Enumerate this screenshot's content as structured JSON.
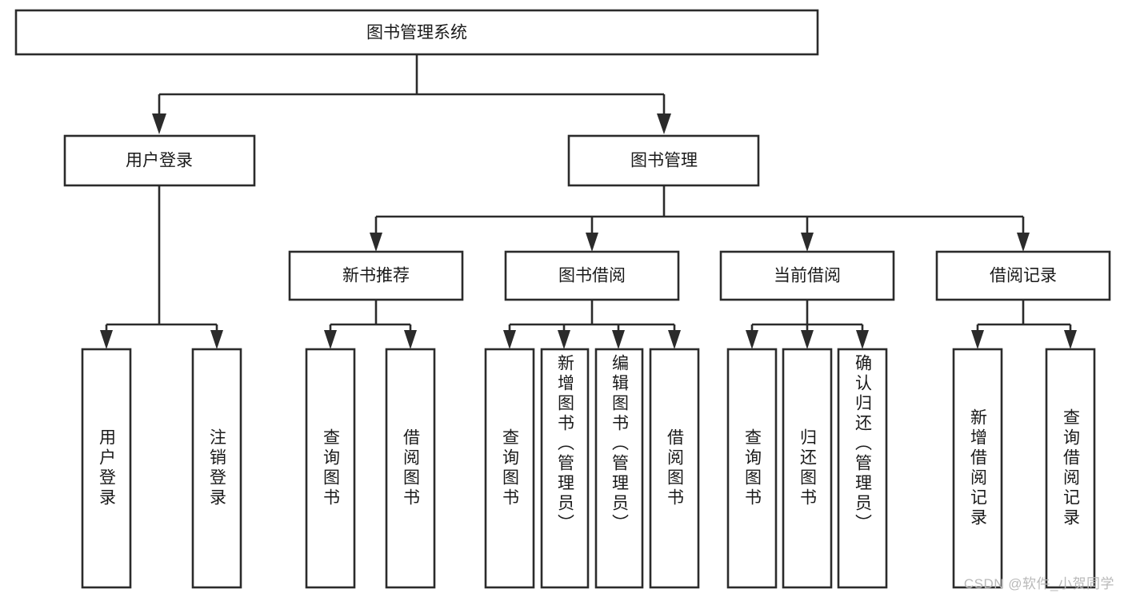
{
  "diagram": {
    "type": "tree-hierarchy",
    "title": "图书管理系统",
    "root": {
      "label": "图书管理系统"
    },
    "level2": [
      {
        "label": "用户登录"
      },
      {
        "label": "图书管理"
      }
    ],
    "level3": [
      {
        "label": "新书推荐"
      },
      {
        "label": "图书借阅"
      },
      {
        "label": "当前借阅"
      },
      {
        "label": "借阅记录"
      }
    ],
    "groups": [
      {
        "parent": "用户登录",
        "leaves": [
          {
            "label": "用户登录"
          },
          {
            "label": "注销登录"
          }
        ]
      },
      {
        "parent": "新书推荐",
        "leaves": [
          {
            "label": "查询图书"
          },
          {
            "label": "借阅图书"
          }
        ]
      },
      {
        "parent": "图书借阅",
        "leaves": [
          {
            "label": "查询图书"
          },
          {
            "label": "新增图书（管理员）"
          },
          {
            "label": "编辑图书（管理员）"
          },
          {
            "label": "借阅图书"
          }
        ]
      },
      {
        "parent": "当前借阅",
        "leaves": [
          {
            "label": "查询图书"
          },
          {
            "label": "归还图书"
          },
          {
            "label": "确认归还（管理员）"
          }
        ]
      },
      {
        "parent": "借阅记录",
        "leaves": [
          {
            "label": "新增借阅记录"
          },
          {
            "label": "查询借阅记录"
          }
        ]
      }
    ]
  },
  "leaves_flat": [
    {
      "label": "用户登录"
    },
    {
      "label": "注销登录"
    },
    {
      "label": "查询图书"
    },
    {
      "label": "借阅图书"
    },
    {
      "label": "查询图书"
    },
    {
      "label": "新增图书（管理员）"
    },
    {
      "label": "编辑图书（管理员）"
    },
    {
      "label": "借阅图书"
    },
    {
      "label": "查询图书"
    },
    {
      "label": "归还图书"
    },
    {
      "label": "确认归还（管理员）"
    },
    {
      "label": "新增借阅记录"
    },
    {
      "label": "查询借阅记录"
    }
  ],
  "watermark": {
    "text": "CSDN @软件_小贺同学"
  },
  "colors": {
    "stroke": "#2b2b2b",
    "fill": "#ffffff",
    "text": "#1a1a1a",
    "watermark": "#b9b9b9",
    "background": "#ffffff"
  }
}
